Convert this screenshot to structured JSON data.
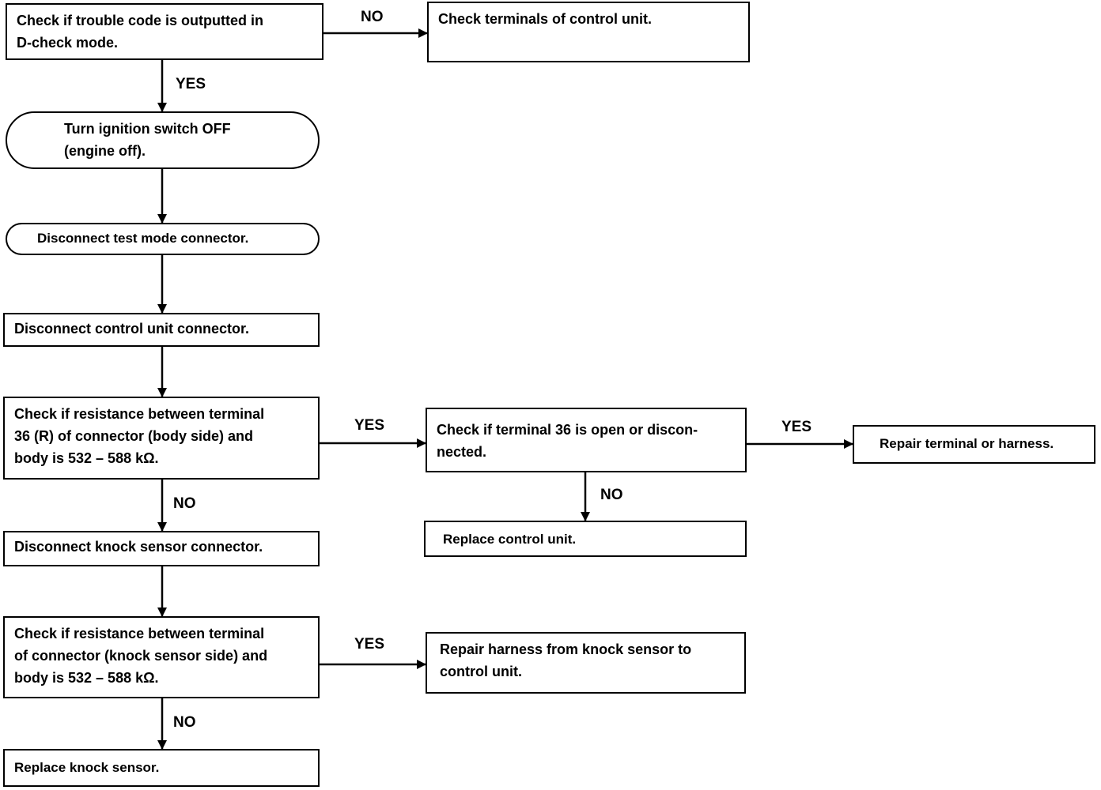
{
  "steps": {
    "check_trouble_code": "Check if trouble code is outputted in\nD-check mode.",
    "check_terminals": "Check terminals of control unit.",
    "turn_ignition_off": "Turn ignition switch OFF\n(engine off).",
    "disconnect_test_mode": "Disconnect test mode connector.",
    "disconnect_control_unit": "Disconnect control unit connector.",
    "check_resistance_terminal36": "Check if  resistance between  terminal\n36 (R) of connector (body side) and\nbody is 532 – 588 kΩ.",
    "check_terminal36_open": "Check if terminal 36 is open or discon-\nnected.",
    "repair_terminal_harness": "Repair terminal or harness.",
    "replace_control_unit": "Replace  control unit.",
    "disconnect_knock_sensor": "Disconnect knock sensor connector.",
    "check_resistance_knock": "Check if resistance between terminal\nof connector (knock sensor side) and\nbody is 532 – 588 kΩ.",
    "repair_harness_knock": "Repair harness from knock sensor to\ncontrol unit.",
    "replace_knock_sensor": "Replace knock sensor."
  },
  "labels": {
    "no_1": "NO",
    "yes_1": "YES",
    "yes_2": "YES",
    "yes_3": "YES",
    "no_2": "NO",
    "no_3": "NO",
    "yes_4": "YES",
    "no_4": "NO"
  }
}
